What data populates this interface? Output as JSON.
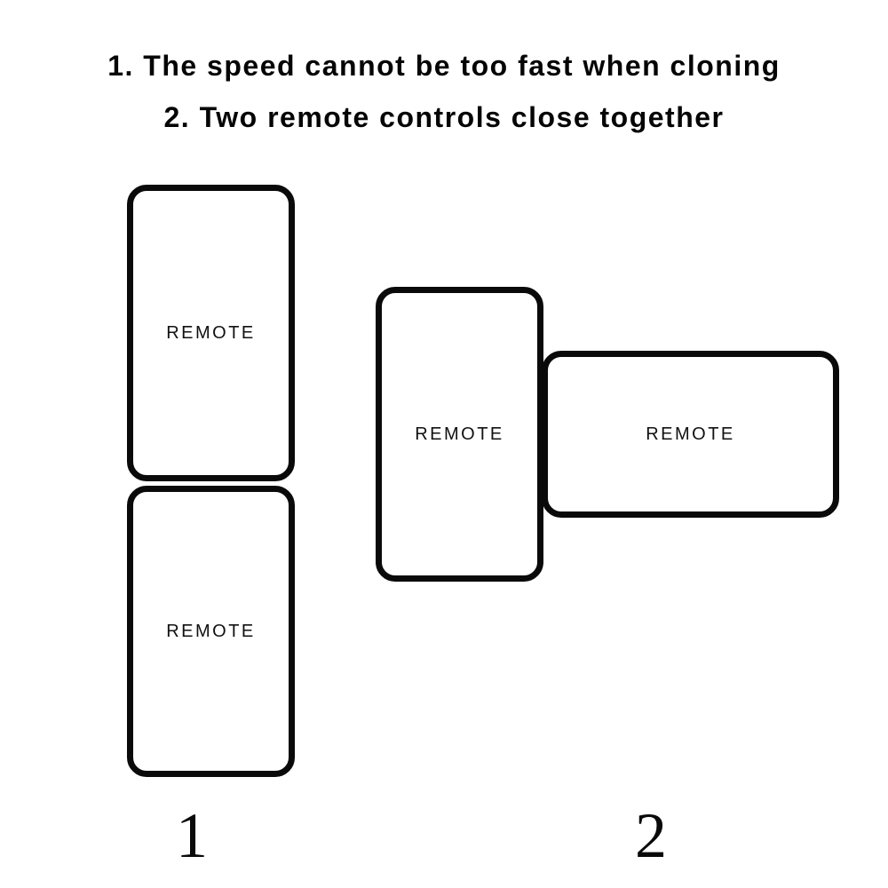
{
  "colors": {
    "background": "#ffffff",
    "ink": "#0a0a0a"
  },
  "instructions": {
    "line1": "1. The speed cannot be too fast when cloning",
    "line2": "2. Two remote controls close together"
  },
  "figures": {
    "stacked": {
      "number": "1",
      "top_remote_label": "REMOTE",
      "bottom_remote_label": "REMOTE"
    },
    "perpendicular": {
      "number": "2",
      "vertical_remote_label": "REMOTE",
      "horizontal_remote_label": "REMOTE"
    }
  }
}
